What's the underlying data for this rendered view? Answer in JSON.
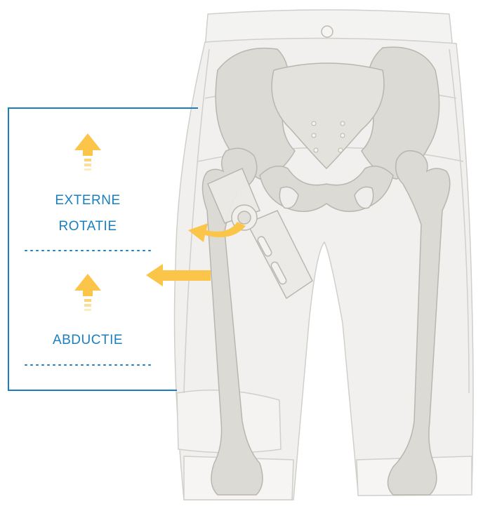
{
  "legend": {
    "items": [
      {
        "line1": "EXTERNE",
        "line2": "ROTATIE"
      },
      {
        "line1": "ABDUCTIE",
        "line2": ""
      }
    ]
  },
  "colors": {
    "accent_blue": "#1a7fc1",
    "arrow_yellow": "#fbc54a",
    "bone_fill": "#dcdad4",
    "bone_stroke": "#b9b6ae",
    "garment_fill": "#efeeec",
    "garment_stroke": "#c9c7c2"
  },
  "icons": [
    "up-arrow-icon",
    "curved-arrow-icon",
    "left-arrow-icon"
  ]
}
